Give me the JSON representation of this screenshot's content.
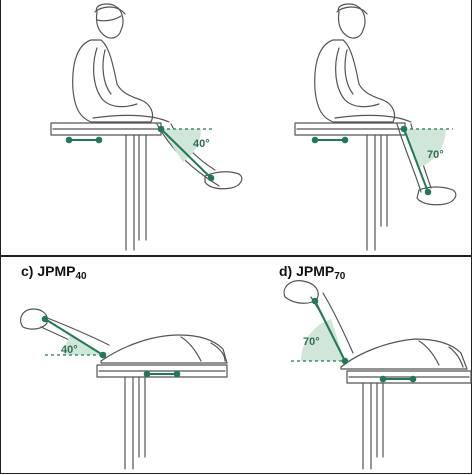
{
  "panels": {
    "a": {
      "angle_label": "40°"
    },
    "b": {
      "angle_label": "70°"
    },
    "c": {
      "label_prefix": "c) JPMP",
      "label_sub": "40",
      "angle_label": "40°"
    },
    "d": {
      "label_prefix": "d) JPMP",
      "label_sub": "70",
      "angle_label": "70°"
    }
  },
  "colors": {
    "accent": "#1f7a5a",
    "wedge": "#cfe6d8",
    "outline": "#555555"
  }
}
